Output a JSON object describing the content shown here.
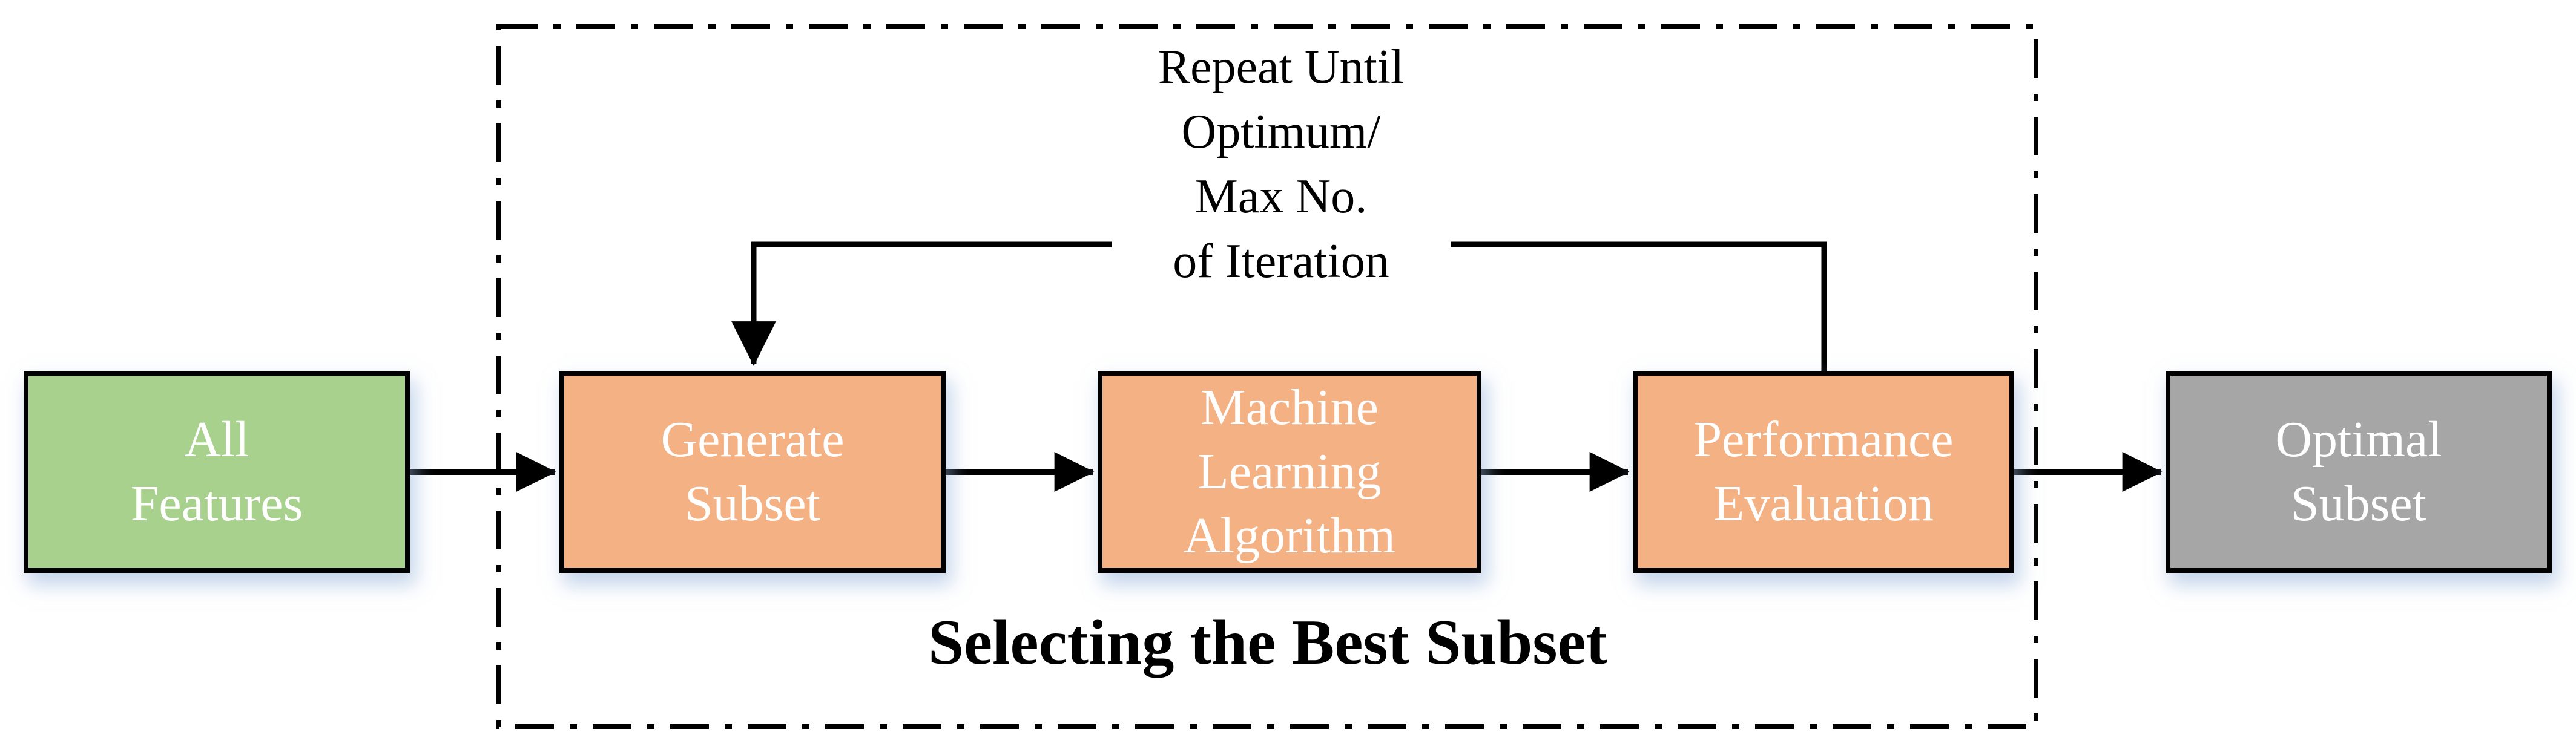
{
  "figure": {
    "type": "flowchart",
    "description": "Wrapper feature-selection process diagram"
  },
  "nodes": {
    "all_features": {
      "label": "All\nFeatures",
      "fill": "#A9D18E"
    },
    "generate_subset": {
      "label": "Generate\nSubset",
      "fill": "#F4B183"
    },
    "ml_algorithm": {
      "label": "Machine\nLearning\nAlgorithm",
      "fill": "#F4B183"
    },
    "performance_evaluation": {
      "label": "Performance\nEvaluation",
      "fill": "#F4B183"
    },
    "optimal_subset": {
      "label": "Optimal\nSubset",
      "fill": "#A6A6A6"
    }
  },
  "labels": {
    "loop_annotation": "Repeat Until\nOptimum/\nMax No.\nof Iteration",
    "region_title": "Selecting the Best Subset"
  },
  "edges": [
    {
      "from": "all_features",
      "to": "generate_subset"
    },
    {
      "from": "generate_subset",
      "to": "ml_algorithm"
    },
    {
      "from": "ml_algorithm",
      "to": "performance_evaluation"
    },
    {
      "from": "performance_evaluation",
      "to": "optimal_subset"
    },
    {
      "from": "performance_evaluation",
      "to": "generate_subset",
      "kind": "feedback-loop"
    }
  ],
  "colors": {
    "node_green": "#A9D18E",
    "node_orange": "#F4B183",
    "node_gray": "#A6A6A6",
    "node_text": "#FFFFFF",
    "connector_line": "#000000",
    "annotation_text": "#000000",
    "background": "#FFFFFF",
    "shadow_tint": "#96B2DA"
  }
}
